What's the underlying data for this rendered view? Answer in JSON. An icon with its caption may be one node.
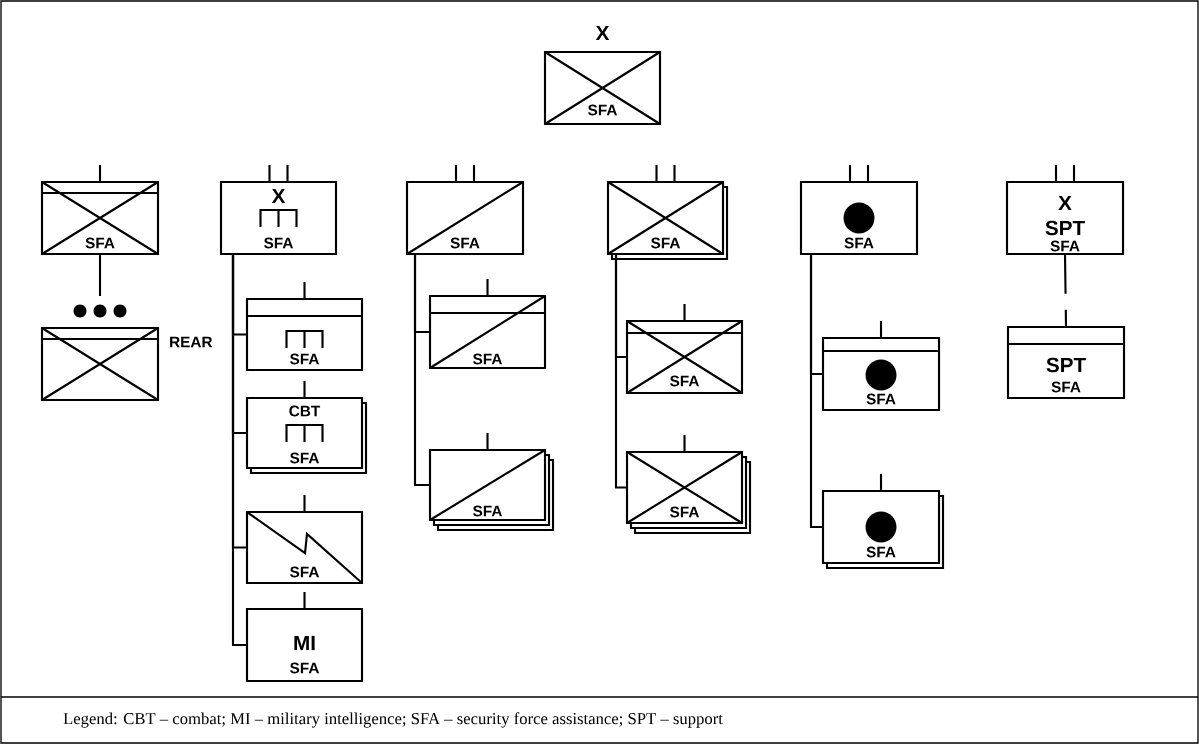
{
  "diagram": {
    "caption": "Legend: CBT – combat; MI – military intelligence; SFA – security force assistance; SPT – support",
    "nodes": [
      {
        "text": [
          "X",
          "SFA"
        ]
      },
      {
        "text": [
          "SFA"
        ]
      },
      {
        "text": [],
        "shape": "box",
        "beside": [
          "REAR"
        ]
      },
      {
        "text": [
          "X",
          "SFA"
        ]
      },
      {
        "text": [
          "SFA"
        ]
      },
      {
        "text": [
          "CBT",
          "SFA"
        ]
      },
      {
        "text": [
          "SFA"
        ]
      },
      {
        "text": [
          "MI",
          "SFA"
        ]
      },
      {
        "text": [
          "SFA"
        ]
      },
      {
        "text": [
          "SFA"
        ]
      },
      {
        "text": [
          "SFA"
        ]
      },
      {
        "text": [
          "SFA"
        ]
      },
      {
        "text": [
          "SFA"
        ]
      },
      {
        "text": [
          "SFA"
        ]
      },
      {
        "text": [
          "SFA"
        ]
      },
      {
        "text": [
          "SFA"
        ]
      },
      {
        "text": [
          "SFA"
        ]
      },
      {
        "text": [
          "X",
          "SPT",
          "SFA"
        ]
      },
      {
        "text": [
          "SPT",
          "SFA"
        ]
      }
    ],
    "edges": [
      {
        "from": 1,
        "to": 2,
        "arrow": "none"
      },
      {
        "from": 3,
        "to": 4,
        "arrow": "none"
      },
      {
        "from": 3,
        "to": 5,
        "arrow": "none"
      },
      {
        "from": 3,
        "to": 6,
        "arrow": "none"
      },
      {
        "from": 3,
        "to": 7,
        "arrow": "none"
      },
      {
        "from": 8,
        "to": 9,
        "arrow": "none"
      },
      {
        "from": 8,
        "to": 10,
        "arrow": "none"
      },
      {
        "from": 11,
        "to": 12,
        "arrow": "none"
      },
      {
        "from": 11,
        "to": 13,
        "arrow": "none"
      },
      {
        "from": 14,
        "to": 15,
        "arrow": "none"
      },
      {
        "from": 14,
        "to": 16,
        "arrow": "none"
      },
      {
        "from": 17,
        "to": 18,
        "arrow": "none",
        "style": "dashed"
      }
    ]
  }
}
